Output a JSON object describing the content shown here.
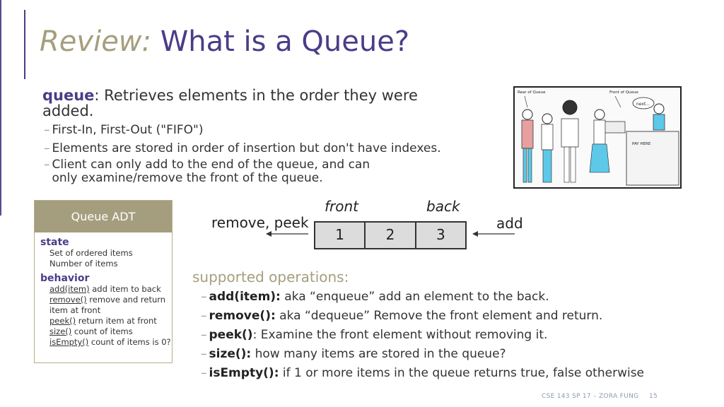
{
  "title": {
    "review": "Review:",
    "main": "What is a Queue?"
  },
  "definition": {
    "keyword": "queue",
    "text": ": Retrieves elements in the order they were added."
  },
  "bullets": [
    "First-In, First-Out (\"FIFO\")",
    "Elements are stored in order of insertion but don't have indexes.",
    "Client can only add to the end of the queue, and can only examine/remove the front of the queue."
  ],
  "illustration": {
    "rear_label": "Rear of Queue",
    "front_label": "Front of Queue",
    "speech": "next...",
    "sign": "PAY HERE"
  },
  "adt": {
    "title": "Queue ADT",
    "state_label": "state",
    "state_items": [
      "Set of ordered items",
      "Number of items"
    ],
    "behavior_label": "behavior",
    "behaviors": [
      {
        "name": "add(item)",
        "desc": " add item to back"
      },
      {
        "name": "remove()",
        "desc": " remove and return"
      },
      {
        "name": "",
        "desc": "item at front"
      },
      {
        "name": "peek()",
        "desc": " return item at front"
      },
      {
        "name": "size()",
        "desc": " count of items"
      },
      {
        "name": "isEmpty()",
        "desc": " count of items is 0?"
      }
    ]
  },
  "diagram": {
    "front": "front",
    "back": "back",
    "left_label": "remove, peek",
    "right_label": "add",
    "cells": [
      "1",
      "2",
      "3"
    ]
  },
  "operations": {
    "heading": "supported operations:",
    "items": [
      {
        "name": "add(item):",
        "text": " aka “enqueue” add an element to the back."
      },
      {
        "name": "remove():",
        "text": " aka “dequeue” Remove the front element and return."
      },
      {
        "name": "peek()",
        "text": ": Examine the front element without removing it."
      },
      {
        "name": "size():",
        "text": " how many items are stored in the queue?"
      },
      {
        "name": "isEmpty():",
        "text": " if 1 or more items in the queue returns true, false otherwise"
      }
    ]
  },
  "footer": {
    "course": "CSE 143 SP 17 – ZORA FUNG",
    "page": "15"
  }
}
